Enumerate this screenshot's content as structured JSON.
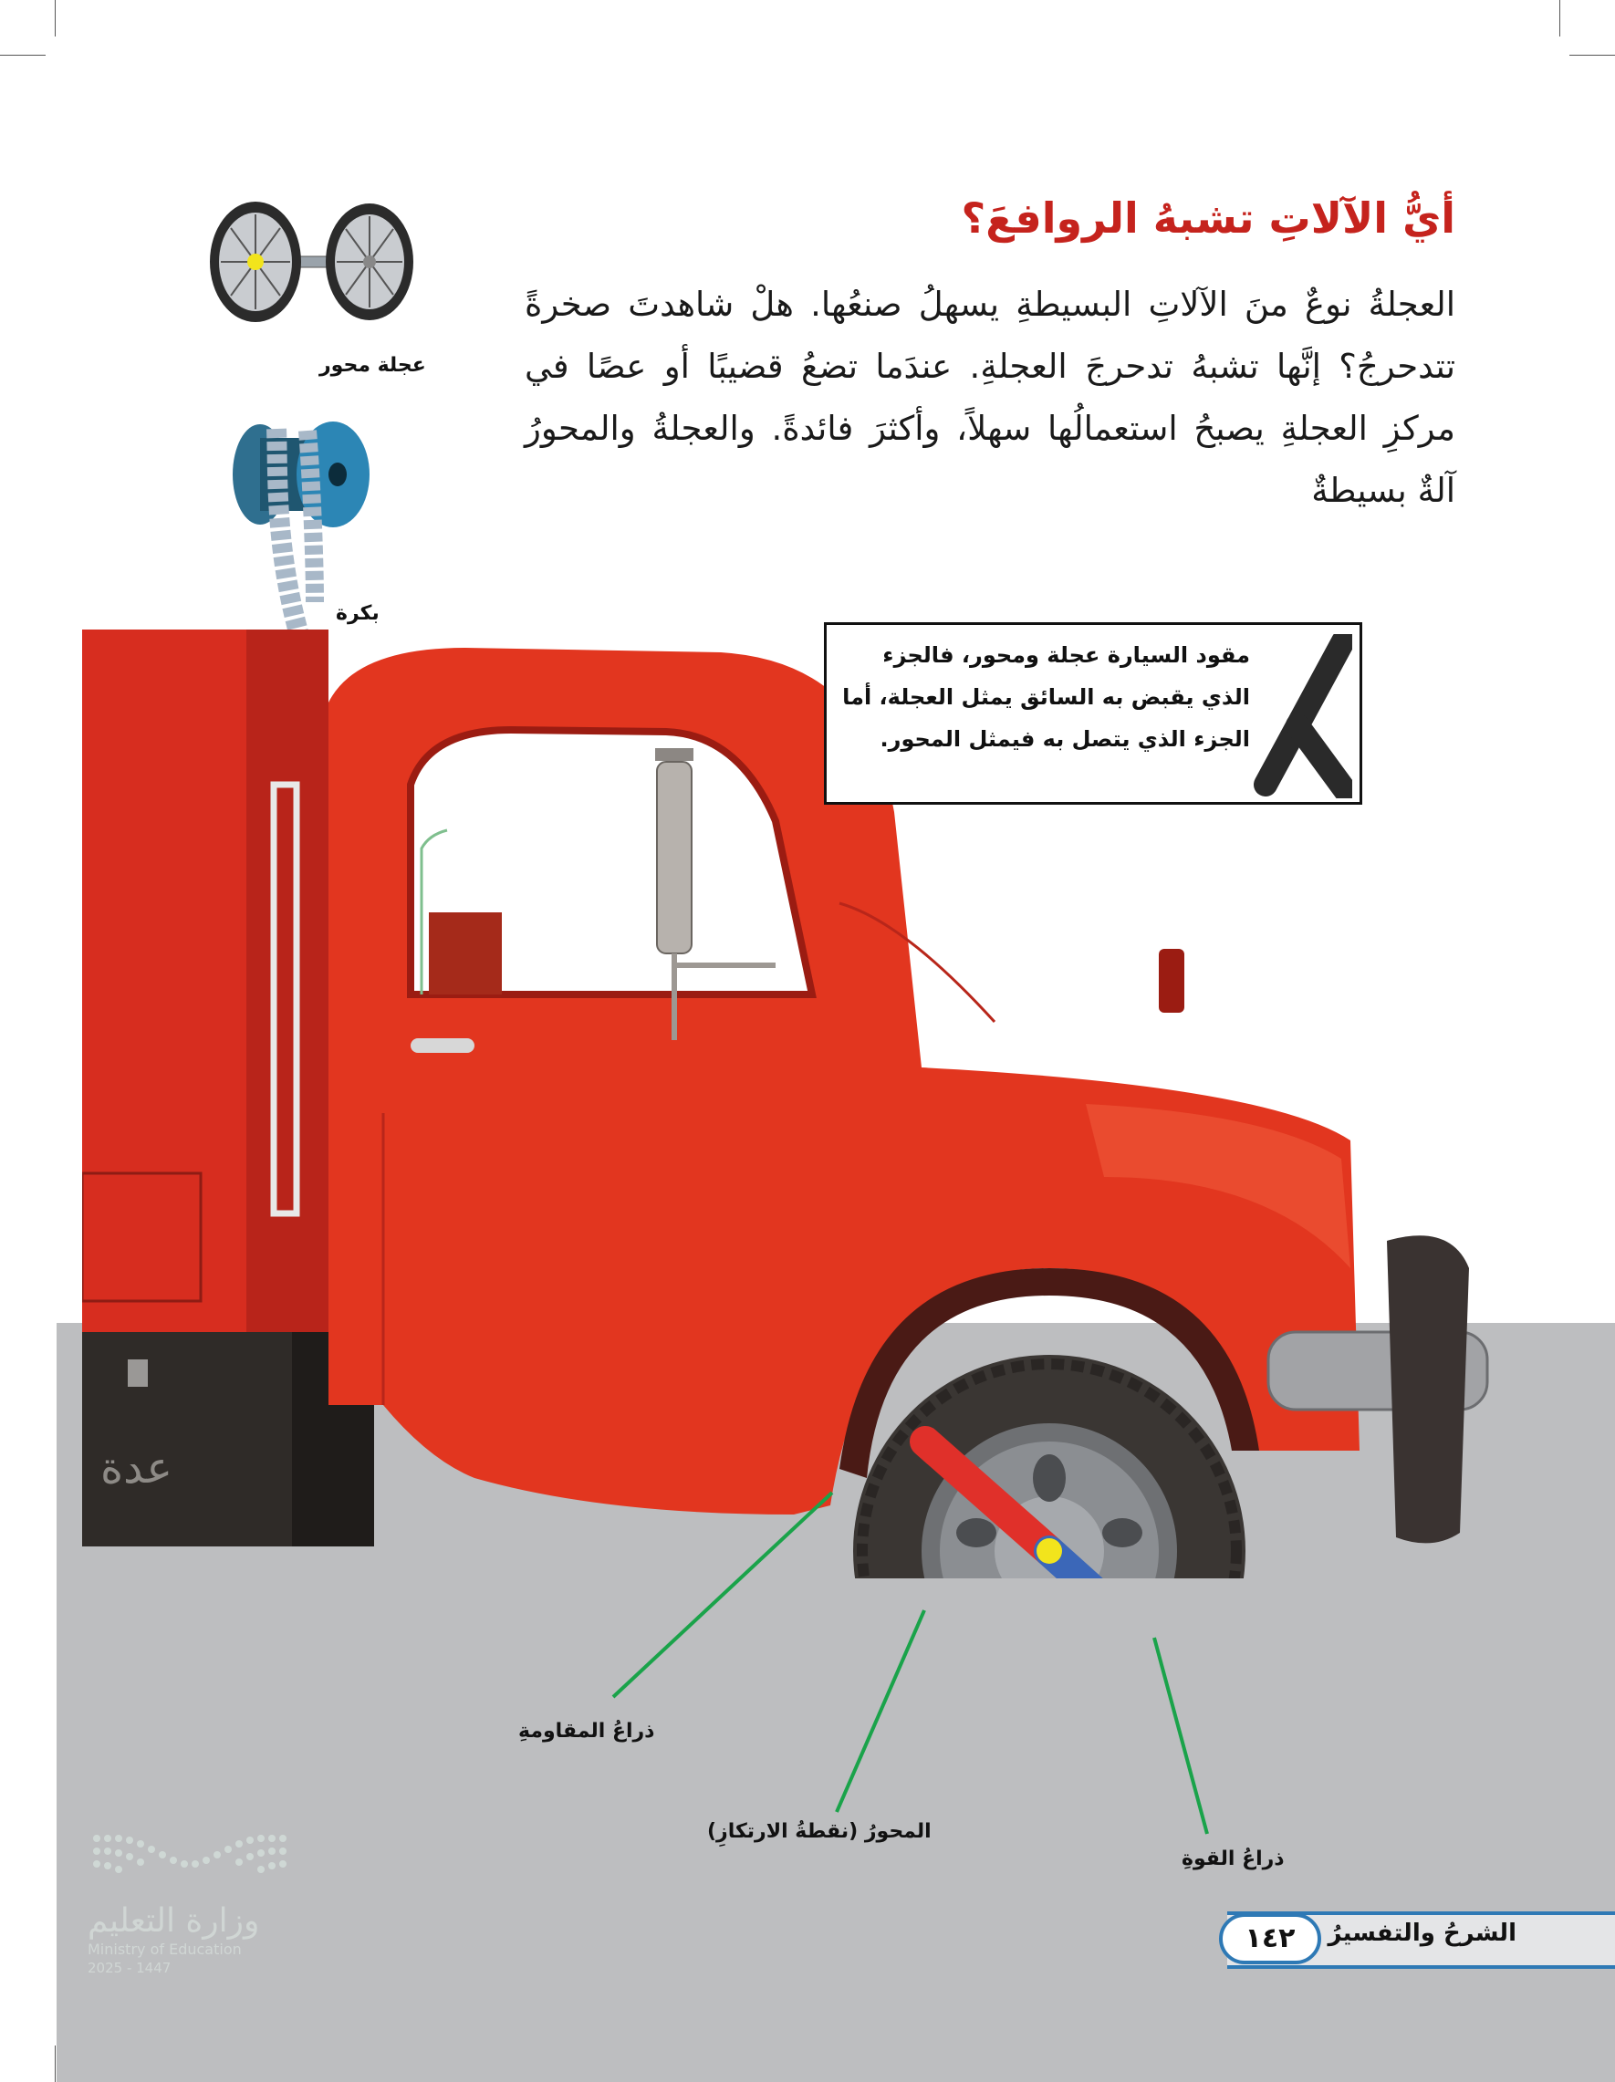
{
  "section": {
    "title": "أيُّ الآلاتِ تشبهُ الروافعَ؟",
    "paragraph": "العجلةُ نوعٌ منَ الآلاتِ البسيطةِ يسهلُ صنعُها. هلْ شاهدتَ صخرةً تتدحرجُ؟ إنَّها تشبهُ تدحرجَ العجلةِ. عندَما تضعُ قضيبًا أو عصًا في مركزِ العجلةِ يصبحُ استعمالُها سهلاً، وأكثرَ فائدةً. والعجلةُ والمحورُ آلةٌ بسيطةٌ"
  },
  "pictures": {
    "wheel_axle_label": "عجلة محور",
    "pulley_label": "بكرة",
    "toolbox_text": "عدة"
  },
  "callout": {
    "text": "مقود السيارة عجلة ومحور، فالجزء الذي يقبض به السائق يمثل العجلة، أما الجزء الذي يتصل به فيمثل المحور."
  },
  "diagram_labels": {
    "resistance_arm": "ذراعُ المقاومةِ",
    "axle_fulcrum": "المحورُ (نقطةُ الارتكازِ)",
    "effort_arm": "ذراعُ القوةِ"
  },
  "footer": {
    "section_title": "الشرحُ والتفسيرُ",
    "page_number": "١٤٢"
  },
  "ministry": {
    "name_ar": "وزارة التعليم",
    "name_en": "Ministry of Education",
    "year": "2025 - 1447"
  },
  "colors": {
    "title": "#c5231d",
    "truck_red": "#e2361f",
    "footer_accent": "#2e79b5",
    "ground": "#bdbec0",
    "label_lines": "#1aa34a",
    "effort_arm": "#3b67b8",
    "resistance_arm": "#e0302a",
    "fulcrum": "#f2e41c"
  }
}
